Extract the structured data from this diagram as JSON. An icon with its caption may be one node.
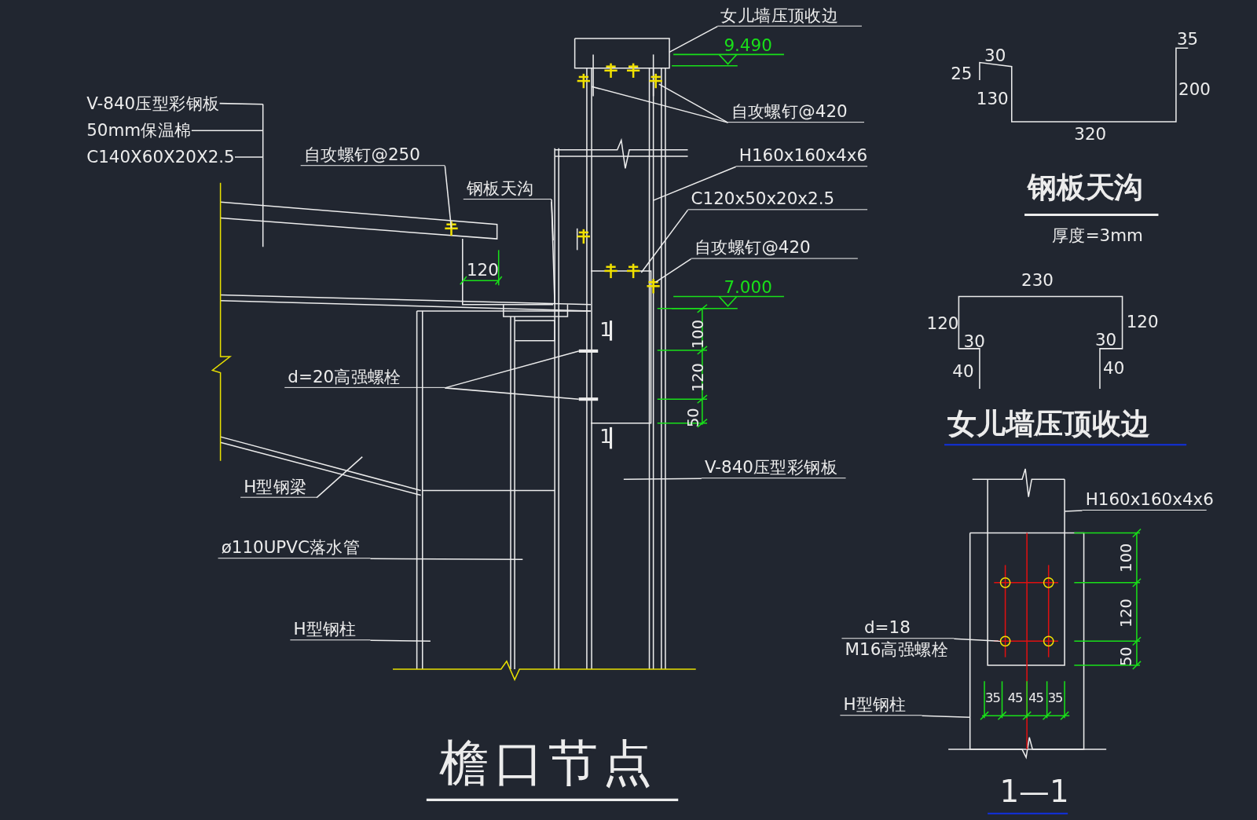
{
  "diagram": {
    "title": "檐口节点",
    "nodes": [
      {
        "text": [
          "V-840压型彩钢板"
        ]
      },
      {
        "text": [
          "50mm保温棉"
        ]
      },
      {
        "text": [
          "C140X60X20X2.5"
        ]
      },
      {
        "text": [
          "自攻螺钉@250"
        ]
      },
      {
        "text": [
          "钢板天沟"
        ]
      },
      {
        "text": [
          "女儿墙压顶收边"
        ]
      },
      {
        "text": [
          "自攻螺钉@420"
        ]
      },
      {
        "text": [
          "H160x160x4x6"
        ]
      },
      {
        "text": [
          "C120x50x20x2.5"
        ]
      },
      {
        "text": [
          "自攻螺钉@420"
        ]
      },
      {
        "text": [
          "d=20高强螺栓"
        ]
      },
      {
        "text": [
          "V-840压型彩钢板"
        ]
      },
      {
        "text": [
          "H型钢梁"
        ]
      },
      {
        "text": [
          "ø110UPVC落水管"
        ]
      },
      {
        "text": [
          "H型钢柱"
        ]
      },
      {
        "text": [
          "H160x160x4x6"
        ]
      },
      {
        "text": [
          "d=18",
          "M16高强螺栓"
        ]
      },
      {
        "text": [
          "H型钢柱"
        ]
      }
    ],
    "edges": [
      {
        "from": 0,
        "to": null,
        "arrow": "none"
      },
      {
        "from": 1,
        "to": null,
        "arrow": "none"
      },
      {
        "from": 2,
        "to": null,
        "arrow": "none"
      },
      {
        "from": 3,
        "to": null,
        "arrow": "none"
      },
      {
        "from": 4,
        "to": null,
        "arrow": "none"
      },
      {
        "from": 5,
        "to": null,
        "arrow": "none"
      },
      {
        "from": 6,
        "to": null,
        "arrow": "none"
      },
      {
        "from": 6,
        "to": null,
        "arrow": "none"
      },
      {
        "from": 7,
        "to": null,
        "arrow": "none"
      },
      {
        "from": 8,
        "to": null,
        "arrow": "none"
      },
      {
        "from": 9,
        "to": null,
        "arrow": "none"
      },
      {
        "from": 10,
        "to": null,
        "arrow": "none"
      },
      {
        "from": 10,
        "to": null,
        "arrow": "none"
      },
      {
        "from": 11,
        "to": null,
        "arrow": "none"
      },
      {
        "from": 12,
        "to": null,
        "arrow": "none"
      },
      {
        "from": 13,
        "to": null,
        "arrow": "none"
      },
      {
        "from": 14,
        "to": null,
        "arrow": "none"
      },
      {
        "from": 15,
        "to": null,
        "arrow": "none"
      },
      {
        "from": 16,
        "to": null,
        "arrow": "none"
      },
      {
        "from": 17,
        "to": null,
        "arrow": "none"
      }
    ],
    "labels": [
      "9.490",
      "7.000",
      "120",
      "100",
      "120",
      "50",
      "1",
      "1",
      "30",
      "25",
      "130",
      "35",
      "200",
      "320",
      "钢板天沟",
      "厚度=3mm",
      "230",
      "120",
      "30",
      "120",
      "30",
      "40",
      "40",
      "女儿墙压顶收边",
      "100",
      "120",
      "50",
      "35",
      "45",
      "45",
      "35",
      "1—1"
    ]
  }
}
